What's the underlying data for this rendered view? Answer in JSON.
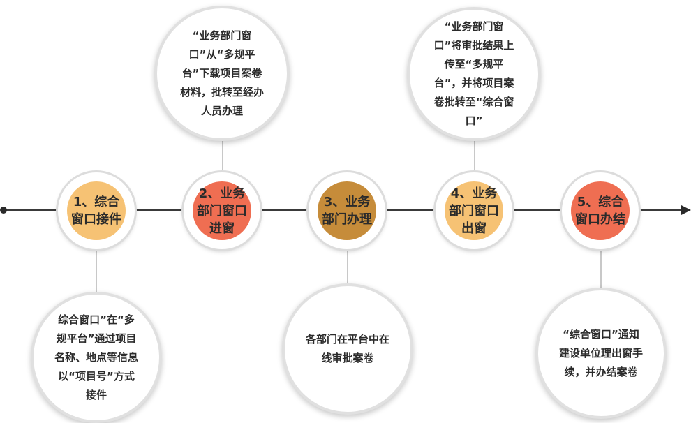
{
  "colors": {
    "light_orange": "#f6c274",
    "coral": "#ef6e52",
    "brown": "#c68c3a"
  },
  "steps": [
    {
      "label": "1、综合窗口接件",
      "color": "#f6c274",
      "description": "综合窗口”在“多规平台”通过项目名称、地点等信息以“项目号”方式接件"
    },
    {
      "label": "2、业务部门窗口进窗",
      "color": "#ef6e52",
      "description": "“业务部门窗口”从“多规平台”下载项目案卷材料，批转至经办人员办理"
    },
    {
      "label": "3、业务部门办理",
      "color": "#c68c3a",
      "description": "各部门在平台中在线审批案卷"
    },
    {
      "label": "4、业务部门窗口出窗",
      "color": "#f6c274",
      "description": "“业务部门窗口”将审批结果上传至“多规平台”，并将项目案卷批转至“综合窗口”"
    },
    {
      "label": "5、综合窗口办结",
      "color": "#ef6e52",
      "description": "“综合窗口”通知建设单位理出窗手续，并办结案卷"
    }
  ]
}
